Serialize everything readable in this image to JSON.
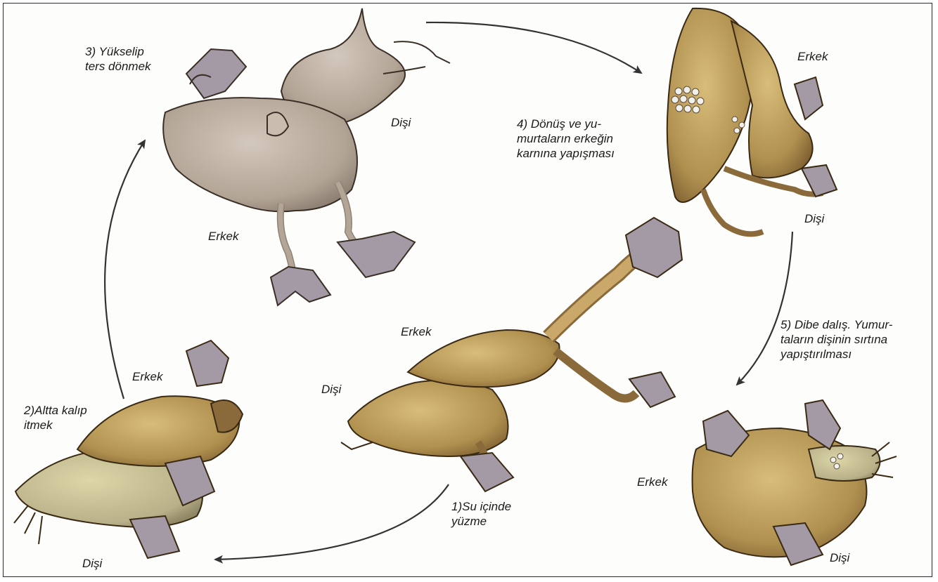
{
  "colors": {
    "gray_frog_body": "#b8aa9c",
    "gray_frog_shade": "#8f8275",
    "brown_frog_body": "#b89a5e",
    "brown_frog_shade": "#8a6a3a",
    "webbing": "#a39aa6",
    "arrow": "#333333",
    "egg": "#f2f0ea"
  },
  "stages": [
    {
      "id": "swim",
      "caption_lines": [
        "1)Su içinde",
        "yüzme"
      ],
      "labels": {
        "male": "Erkek",
        "female": "Dişi"
      }
    },
    {
      "id": "push",
      "caption_lines": [
        "2)Altta kalıp",
        "itmek"
      ],
      "labels": {
        "male": "Erkek",
        "female": "Dişi"
      }
    },
    {
      "id": "rise",
      "caption_lines": [
        "3) Yükselip",
        "ters dönmek"
      ],
      "labels": {
        "male": "Erkek",
        "female": "Dişi"
      }
    },
    {
      "id": "turn",
      "caption_lines": [
        "4) Dönüş ve yu-",
        "murtaların erkeğin",
        "karnına yapışması"
      ],
      "labels": {
        "male": "Erkek",
        "female": "Dişi"
      }
    },
    {
      "id": "dive",
      "caption_lines": [
        "5) Dibe dalış. Yumur-",
        "taların dişinin sırtına",
        "yapıştırılması"
      ],
      "labels": {
        "male": "Erkek",
        "female": "Dişi"
      }
    }
  ]
}
